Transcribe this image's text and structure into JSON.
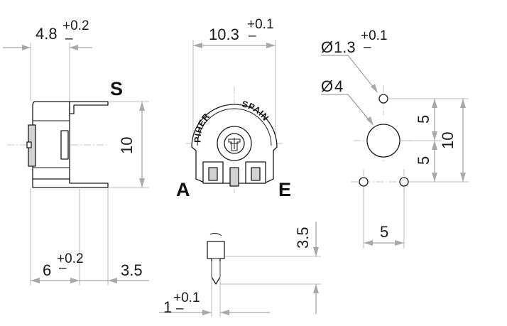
{
  "labels": {
    "width_side": "4.8",
    "width_side_tol": "+0.2",
    "width_side_tol_minus": "–",
    "width_front": "10.3",
    "width_front_tol": "+0.1",
    "width_front_tol_minus": "–",
    "hole_small": "1.3",
    "hole_small_tol": "+0.1",
    "hole_small_tol_minus": "–",
    "hole_large": "4",
    "diameter_symbol": "Ø",
    "side_height": "10",
    "terminal_s": "S",
    "terminal_a": "A",
    "terminal_e": "E",
    "pitch_bottom": "6",
    "pitch_bottom_tol": "+0.2",
    "pitch_bottom_tol_minus": "–",
    "pin_offset": "3.5",
    "pin_length": "3.5",
    "pin_width": "1",
    "pin_width_tol": "+0.1",
    "pin_width_tol_minus": "–",
    "pad_upper": "5",
    "pad_lower": "5",
    "pad_total": "10",
    "pad_spacing": "5"
  },
  "brand": {
    "left": "PIHER",
    "right": "SPAIN"
  }
}
